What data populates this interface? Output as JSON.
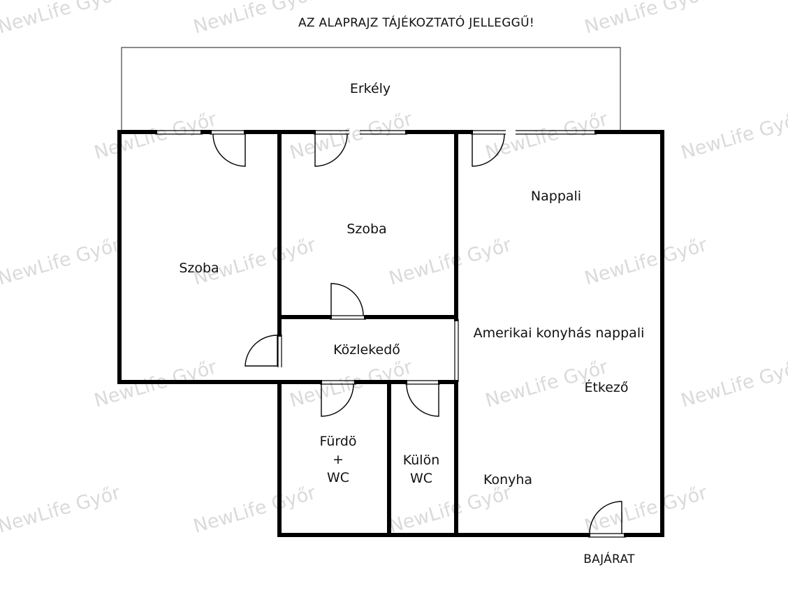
{
  "header": {
    "disclaimer": "AZ ALAPRAJZ TÁJÉKOZTATÓ JELLEGGŰ!"
  },
  "watermark": {
    "text": "NewLife Győr"
  },
  "rooms": {
    "balcony": "Erkély",
    "room_left": "Szoba",
    "room_middle": "Szoba",
    "living": "Nappali",
    "open_kitchen_living": "Amerikai konyhás nappali",
    "corridor": "Közlekedő",
    "dining": "Étkező",
    "bathroom_line1": "Fürdö",
    "bathroom_line2": "+",
    "bathroom_line3": "WC",
    "toilet_line1": "Külön",
    "toilet_line2": "WC",
    "kitchen": "Konyha"
  },
  "entrance": {
    "label": "BAJÁRAT"
  },
  "colors": {
    "wall": "#000000",
    "watermark": "#bdbdbd",
    "background": "#ffffff"
  }
}
